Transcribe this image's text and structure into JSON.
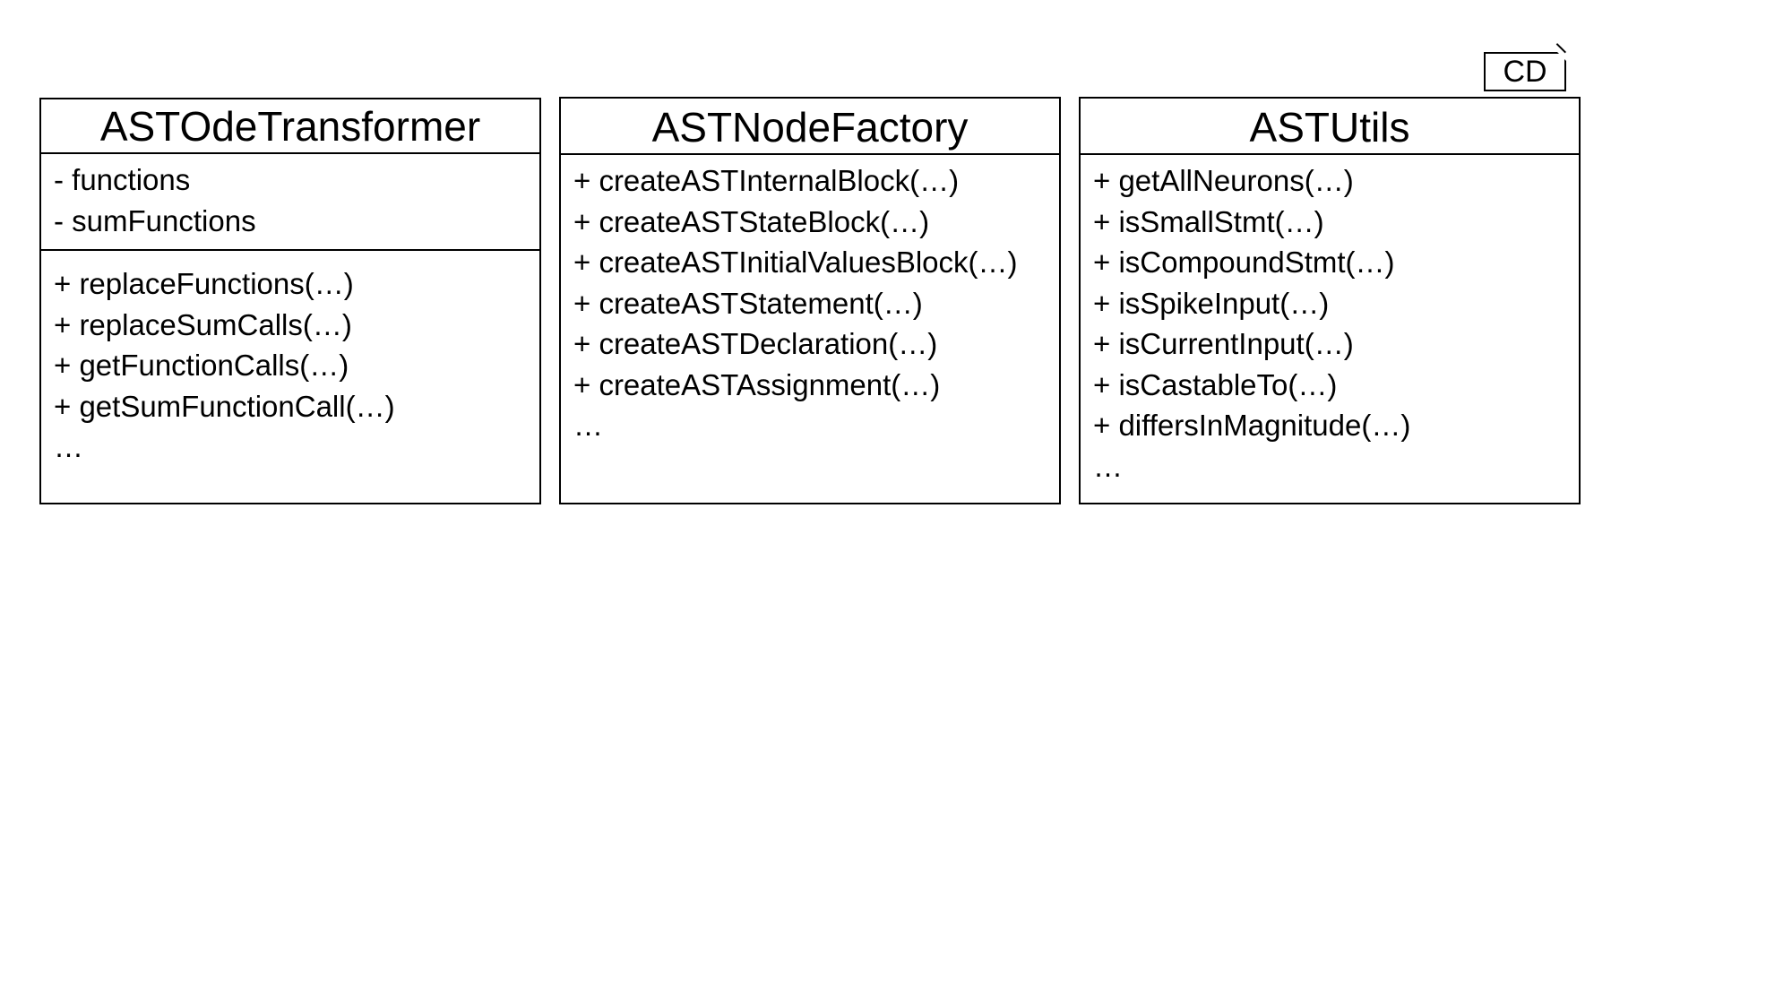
{
  "diagram_tag": "CD",
  "classes": [
    {
      "name": "ASTOdeTransformer",
      "attributes": [
        "- functions",
        "- sumFunctions"
      ],
      "methods": [
        "+ replaceFunctions(…)",
        "+ replaceSumCalls(…)",
        "+ getFunctionCalls(…)",
        "+ getSumFunctionCall(…)",
        "…"
      ]
    },
    {
      "name": "ASTNodeFactory",
      "methods": [
        "+ createASTInternalBlock(…)",
        "+ createASTStateBlock(…)",
        "+ createASTInitialValuesBlock(…)",
        "+ createASTStatement(…)",
        "+ createASTDeclaration(…)",
        "+ createASTAssignment(…)",
        "…"
      ]
    },
    {
      "name": "ASTUtils",
      "methods": [
        "+ getAllNeurons(…)",
        "+ isSmallStmt(…)",
        "+ isCompoundStmt(…)",
        "+ isSpikeInput(…)",
        "+ isCurrentInput(…)",
        "+ isCastableTo(…)",
        "+ differsInMagnitude(…)",
        "…"
      ]
    }
  ]
}
